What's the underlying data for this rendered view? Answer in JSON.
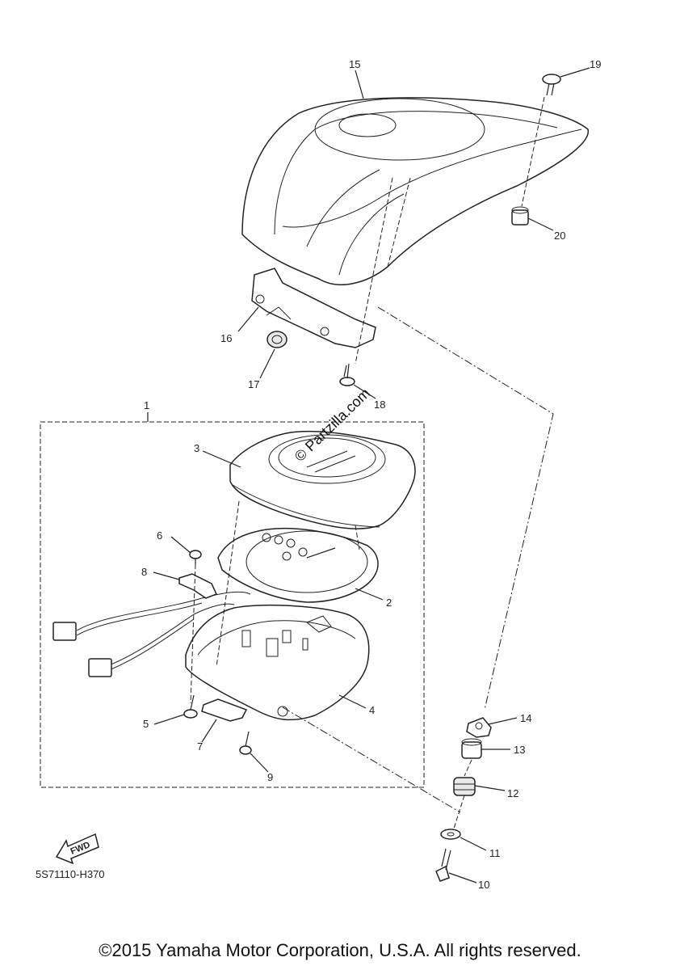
{
  "callouts": [
    {
      "id": "15",
      "label": "15"
    },
    {
      "id": "19",
      "label": "19"
    },
    {
      "id": "20",
      "label": "20"
    },
    {
      "id": "16",
      "label": "16"
    },
    {
      "id": "17",
      "label": "17"
    },
    {
      "id": "18",
      "label": "18"
    },
    {
      "id": "1",
      "label": "1"
    },
    {
      "id": "3",
      "label": "3"
    },
    {
      "id": "6",
      "label": "6"
    },
    {
      "id": "8",
      "label": "8"
    },
    {
      "id": "2",
      "label": "2"
    },
    {
      "id": "4",
      "label": "4"
    },
    {
      "id": "5",
      "label": "5"
    },
    {
      "id": "7",
      "label": "7"
    },
    {
      "id": "9",
      "label": "9"
    },
    {
      "id": "14",
      "label": "14"
    },
    {
      "id": "13",
      "label": "13"
    },
    {
      "id": "12",
      "label": "12"
    },
    {
      "id": "11",
      "label": "11"
    },
    {
      "id": "10",
      "label": "10"
    }
  ],
  "watermark": "© Partzilla.com",
  "fwd_label": "FWD",
  "diagram_code": "5S71110-H370",
  "copyright": "©2015 Yamaha Motor Corporation, U.S.A. All rights reserved."
}
